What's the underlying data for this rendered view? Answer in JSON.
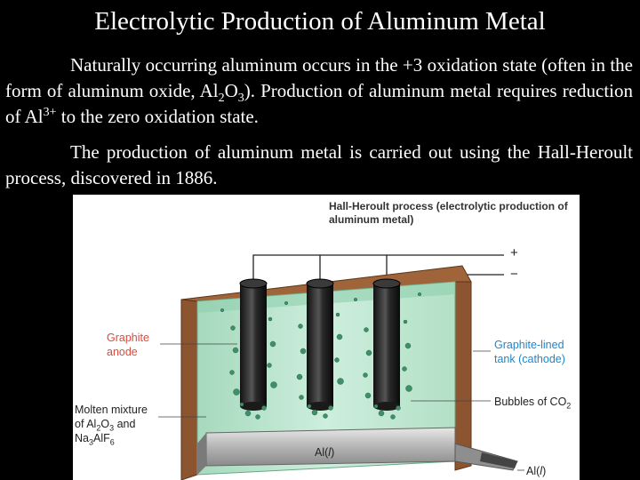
{
  "slide": {
    "title": "Electrolytic Production of Aluminum Metal",
    "para1": {
      "t1": "Naturally occurring aluminum occurs in the +3 oxidation state (often in the form of aluminum oxide, Al",
      "s1": "2",
      "t2": "O",
      "s2": "3",
      "t3": ").  Production of aluminum metal requires reduction of Al",
      "sup": "3+",
      "t4": " to the zero oxidation state."
    },
    "para2": "The production of aluminum metal is carried out using the Hall-Heroult process, discovered in 1886."
  },
  "figure": {
    "title": "Hall-Heroult process (electrolytic production of aluminum metal)",
    "plus": "+",
    "minus": "−",
    "graphite_anode": {
      "l1": "Graphite",
      "l2": "anode"
    },
    "tank": {
      "l1": "Graphite-lined",
      "l2": "tank (cathode)"
    },
    "bubbles": {
      "t": "Bubbles of CO",
      "s": "2"
    },
    "molten": {
      "l1": "Molten mixture",
      "l2a": "of Al",
      "s1": "2",
      "l2b": "O",
      "s2": "3",
      "l2c": " and",
      "l3a": "Na",
      "s3": "3",
      "l3b": "AlF",
      "s4": "6"
    },
    "al_inside": {
      "a": "Al(",
      "i": "l",
      "b": ")"
    },
    "al_outside": {
      "a": "Al(",
      "i": "l",
      "b": ")"
    }
  },
  "colors": {
    "background": "#000000",
    "text": "#ffffff",
    "label_red": "#e2483a",
    "label_blue": "#1f86c8",
    "electrolyte": "#bfe6cf",
    "tank": "#a0643a"
  }
}
